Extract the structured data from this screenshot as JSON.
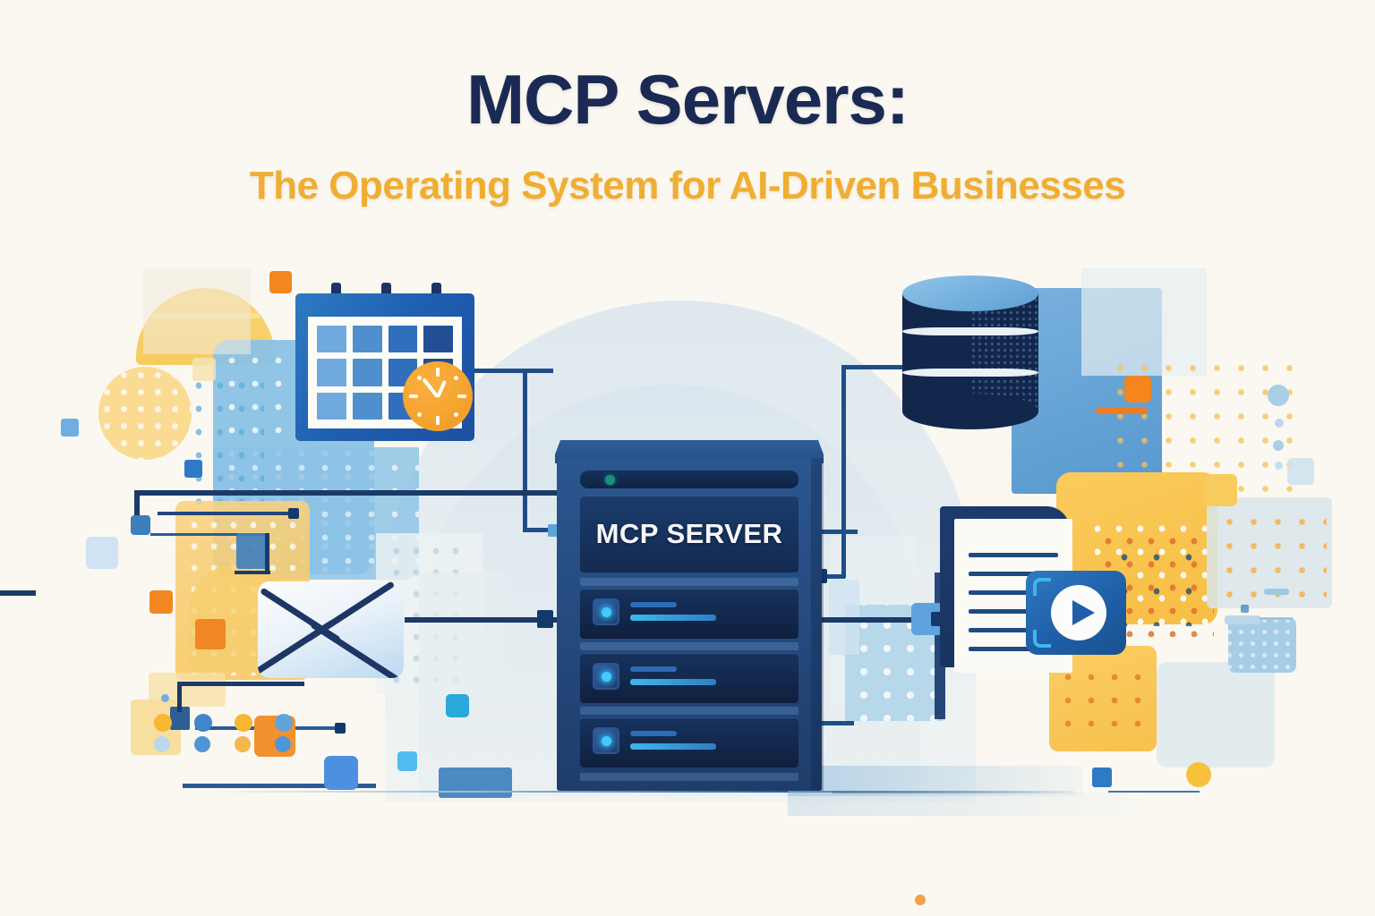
{
  "heading": {
    "title": "MCP Servers:",
    "subtitle": "The Operating System for AI-Driven Businesses"
  },
  "server": {
    "label": "MCP SERVER",
    "status_led": "green",
    "bays": [
      {
        "id": "bay-1",
        "led": "cyan"
      },
      {
        "id": "bay-2",
        "led": "cyan"
      },
      {
        "id": "bay-3",
        "led": "cyan"
      }
    ]
  },
  "icons": {
    "calendar": "calendar-icon",
    "clock": "clock-icon",
    "database": "database-icon",
    "envelope": "email-icon",
    "document": "document-icon",
    "play": "play-button-icon"
  },
  "colors": {
    "background": "#FAF8F1",
    "title": "#1B2A54",
    "subtitle": "#EFAE33",
    "server_body": "#24497C",
    "server_dark": "#13274C",
    "accent_blue": "#2E7AC4",
    "accent_light_blue": "#8FC4E8",
    "accent_yellow": "#F8C85A",
    "accent_orange": "#F08A2A",
    "accent_cyan": "#3FCBFF",
    "led_green": "#19917E",
    "wire": "#1F4E87"
  },
  "calendar": {
    "rings": 3,
    "cells": 12,
    "cell_shades": [
      "#6FA9DD",
      "#4F8FCE",
      "#2F6FBB",
      "#224F94",
      "#6FA9DD",
      "#4F8FCE",
      "#2F6FBB",
      "#224F94",
      "#6FA9DD",
      "#4F8FCE",
      "#2F6FBB",
      "#224F94"
    ]
  },
  "database": {
    "bands": 3
  },
  "document": {
    "lines": 6
  },
  "decor": {
    "dome_label": "background-dome",
    "ground_label": "ground-line",
    "dot_grids": 4,
    "squares": 18,
    "circles": 4
  }
}
